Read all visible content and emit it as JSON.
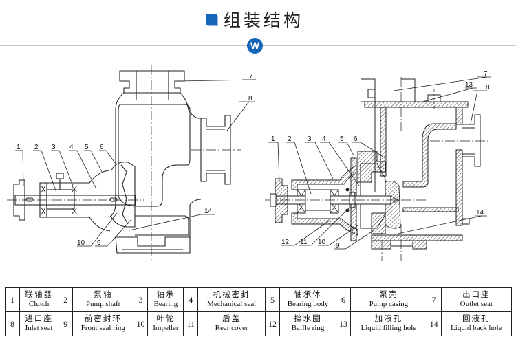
{
  "header": {
    "title": "组装结构",
    "badge_letter": "W",
    "accent_color": "#1565b8"
  },
  "drawing": {
    "left_view": {
      "callouts": [
        "1",
        "2",
        "3",
        "4",
        "5",
        "6",
        "7",
        "8",
        "9",
        "10",
        "14"
      ]
    },
    "right_view": {
      "callouts": [
        "1",
        "2",
        "3",
        "4",
        "5",
        "6",
        "7",
        "8",
        "9",
        "10",
        "11",
        "12",
        "13",
        "14"
      ]
    }
  },
  "parts": [
    {
      "no": "1",
      "cn": "联轴器",
      "en": "Clutch"
    },
    {
      "no": "2",
      "cn": "泵轴",
      "en": "Pump shaft"
    },
    {
      "no": "3",
      "cn": "轴承",
      "en": "Bearing"
    },
    {
      "no": "4",
      "cn": "机械密封",
      "en": "Mechanical seal"
    },
    {
      "no": "5",
      "cn": "轴承体",
      "en": "Bearing body"
    },
    {
      "no": "6",
      "cn": "泵壳",
      "en": "Pump casing"
    },
    {
      "no": "7",
      "cn": "出口座",
      "en": "Outlet seat"
    },
    {
      "no": "8",
      "cn": "进口座",
      "en": "Inlet seat"
    },
    {
      "no": "9",
      "cn": "前密封环",
      "en": "Front seal ring"
    },
    {
      "no": "10",
      "cn": "叶轮",
      "en": "Impeller"
    },
    {
      "no": "11",
      "cn": "后盖",
      "en": "Rear cover"
    },
    {
      "no": "12",
      "cn": "挡水圈",
      "en": "Baffle ring"
    },
    {
      "no": "13",
      "cn": "加液孔",
      "en": "Liquid filling hole"
    },
    {
      "no": "14",
      "cn": "回液孔",
      "en": "Liquid back hole"
    }
  ]
}
